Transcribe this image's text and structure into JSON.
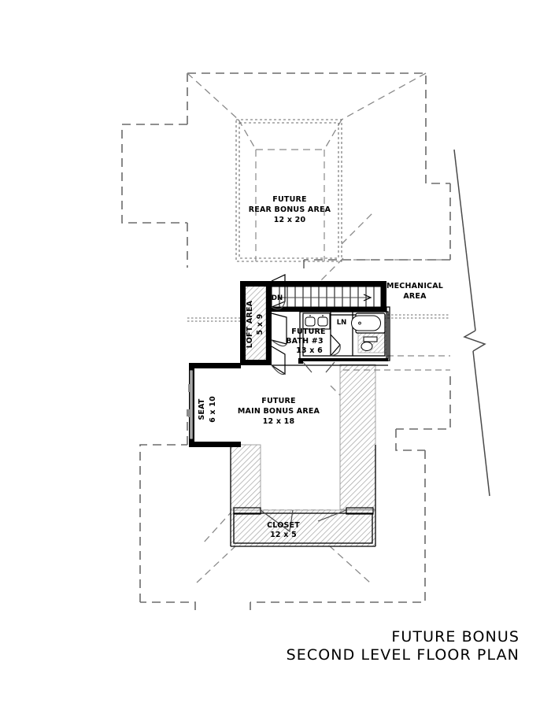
{
  "drawing": {
    "title_line1": "FUTURE BONUS",
    "title_line2": "SECOND LEVEL FLOOR PLAN",
    "background_color": "#ffffff",
    "wall_color": "#000000",
    "roof_dash_color": "#6b6b6b",
    "hatch_color": "#8d8d8d",
    "thin_line_color": "#3f3f3f"
  },
  "rooms": [
    {
      "id": "rear-bonus",
      "name_line1": "FUTURE",
      "name_line2": "REAR BONUS AREA",
      "dimensions": "12 x 20"
    },
    {
      "id": "loft-area",
      "name_line1": "LOFT AREA",
      "dimensions": "5 x 9",
      "rotated": true
    },
    {
      "id": "future-bath-3",
      "name_line1": "FUTURE",
      "name_line2": "BATH #3",
      "dimensions": "13 x 6"
    },
    {
      "id": "mechanical-area",
      "name_line1": "MECHANICAL",
      "name_line2": "AREA",
      "dimensions": ""
    },
    {
      "id": "seat",
      "name_line1": "SEAT",
      "dimensions": "6 x 10",
      "rotated": true
    },
    {
      "id": "main-bonus",
      "name_line1": "FUTURE",
      "name_line2": "MAIN BONUS AREA",
      "dimensions": "12 x 18"
    },
    {
      "id": "closet",
      "name_line1": "CLOSET",
      "dimensions": "12 x 5"
    }
  ],
  "annotations": {
    "stair_direction": "DN",
    "linen_closet": "LN"
  }
}
